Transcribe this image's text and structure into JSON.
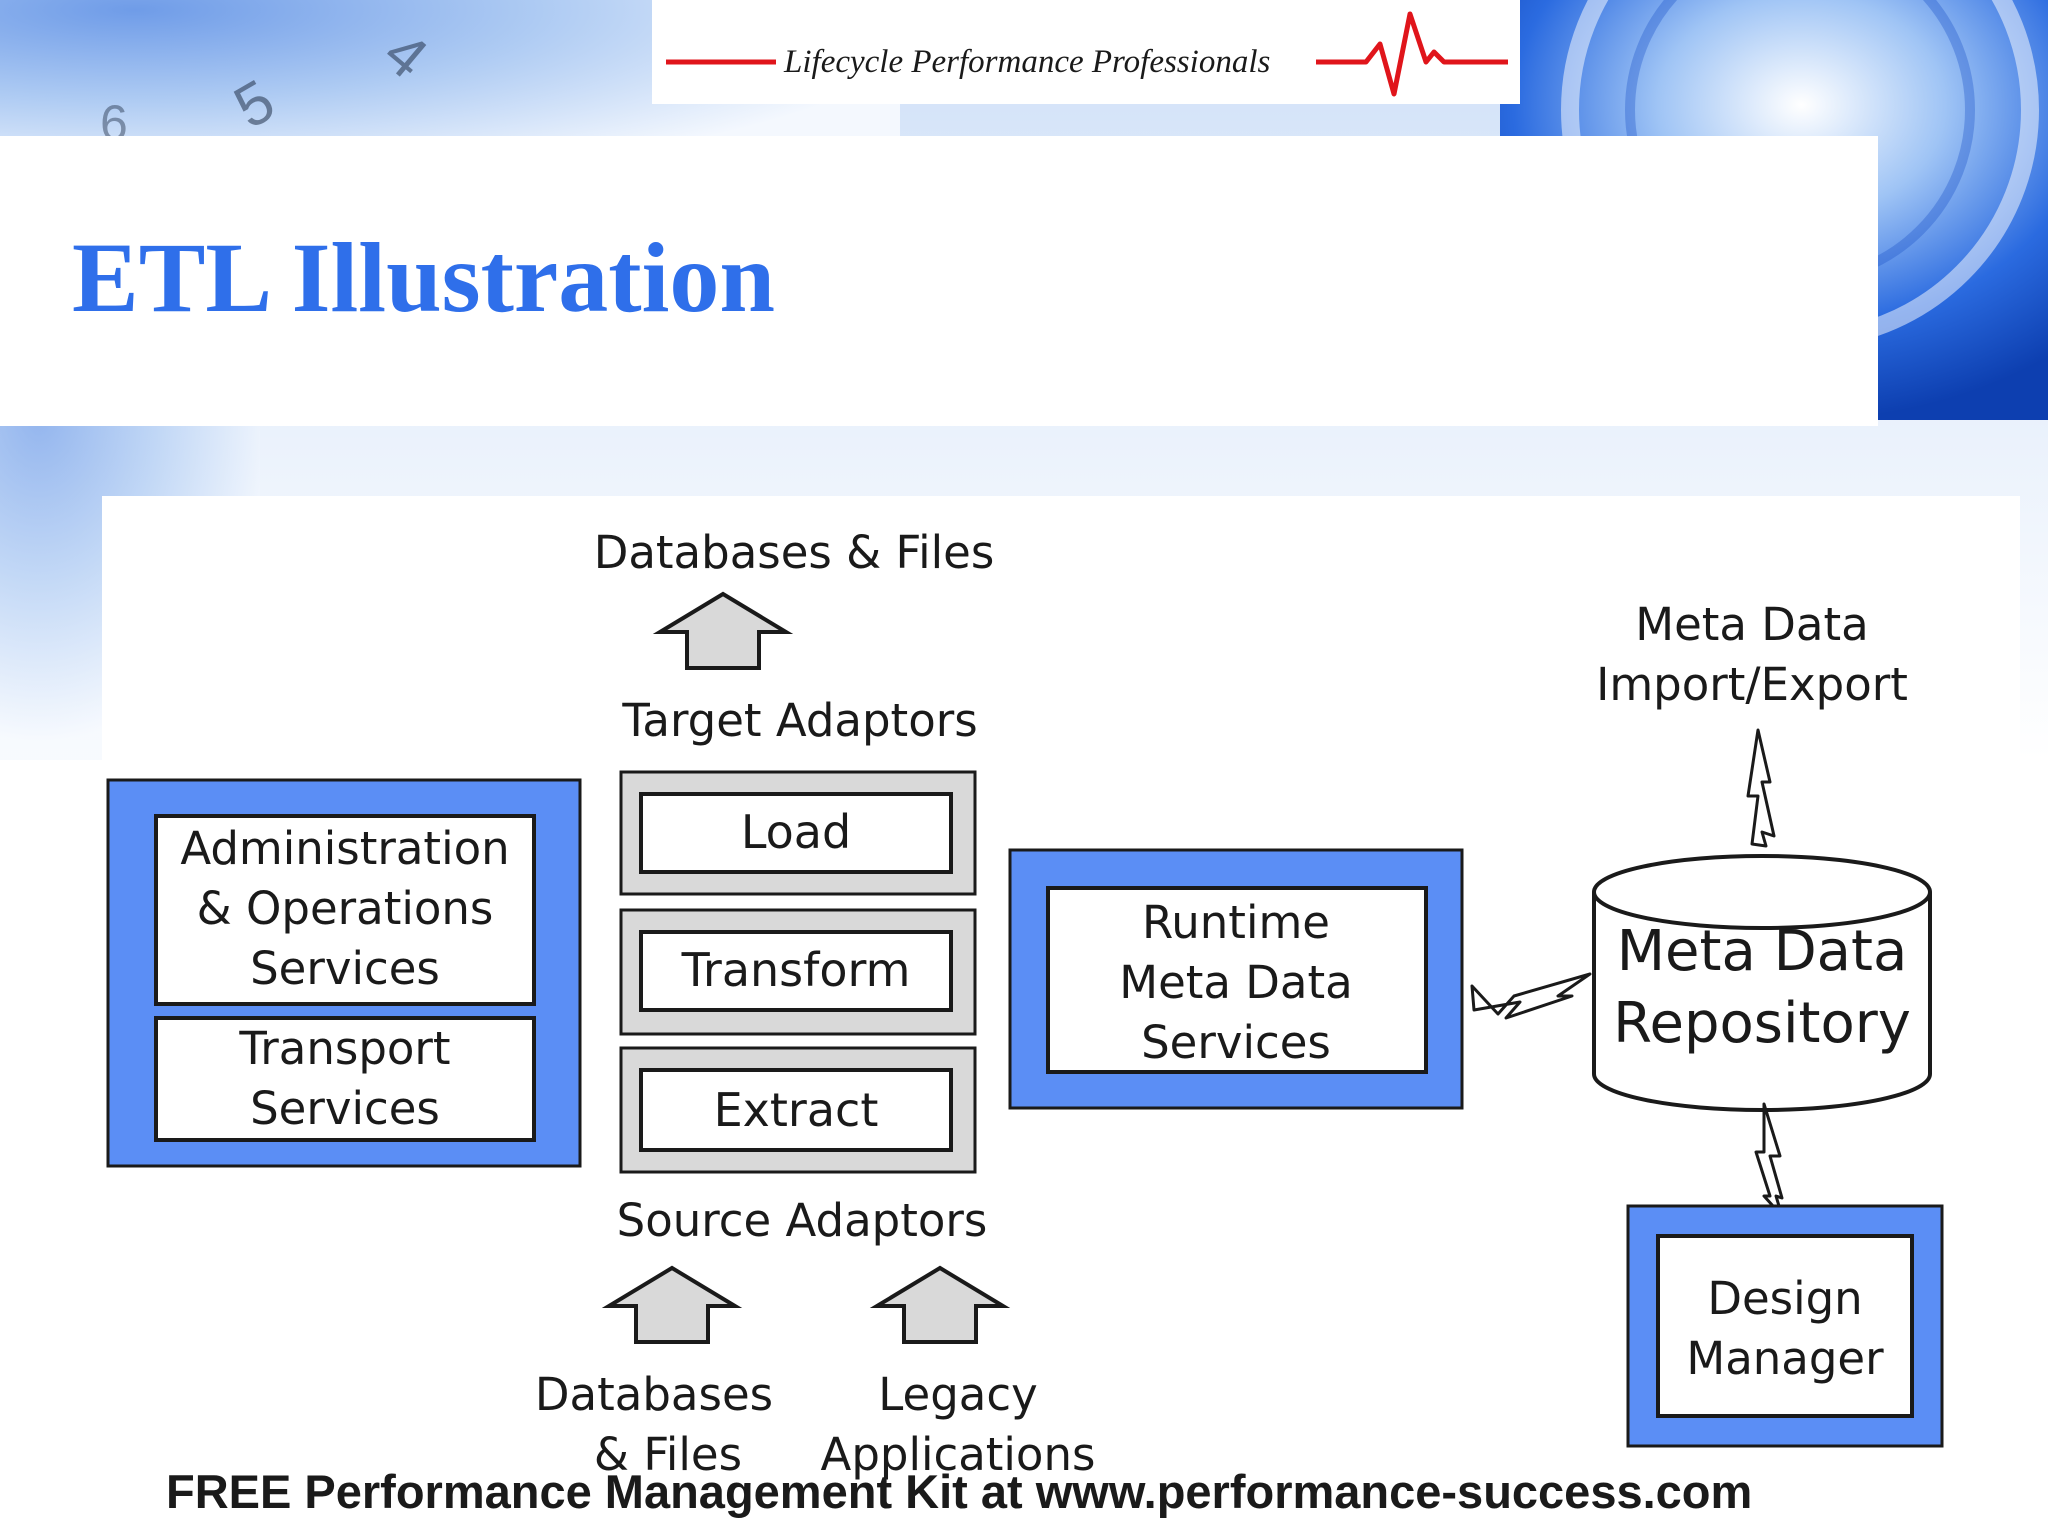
{
  "logo": {
    "text": "Lifecycle Performance Professionals"
  },
  "title": "ETL Illustration",
  "footer": "FREE Performance Management Kit at www.performance-success.com",
  "colors": {
    "accent": "#2f6fea",
    "box_fill": "#5b8ef5",
    "arrow_fill": "#d9d9d9",
    "logo_line": "#e0151b"
  },
  "diagram": {
    "top_databases": "Databases & Files",
    "target_adaptors": "Target Adaptors",
    "etl_steps": [
      "Load",
      "Transform",
      "Extract"
    ],
    "source_adaptors": "Source Adaptors",
    "source_databases": [
      "Databases",
      "& Files"
    ],
    "legacy_applications": [
      "Legacy",
      "Applications"
    ],
    "admin_services": [
      "Administration",
      "& Operations",
      "Services"
    ],
    "transport_services": [
      "Transport",
      "Services"
    ],
    "runtime_services": [
      "Runtime",
      "Meta Data",
      "Services"
    ],
    "metadata_import_export": [
      "Meta Data",
      "Import/Export"
    ],
    "repository": [
      "Meta Data",
      "Repository"
    ],
    "design_manager": [
      "Design",
      "Manager"
    ]
  }
}
